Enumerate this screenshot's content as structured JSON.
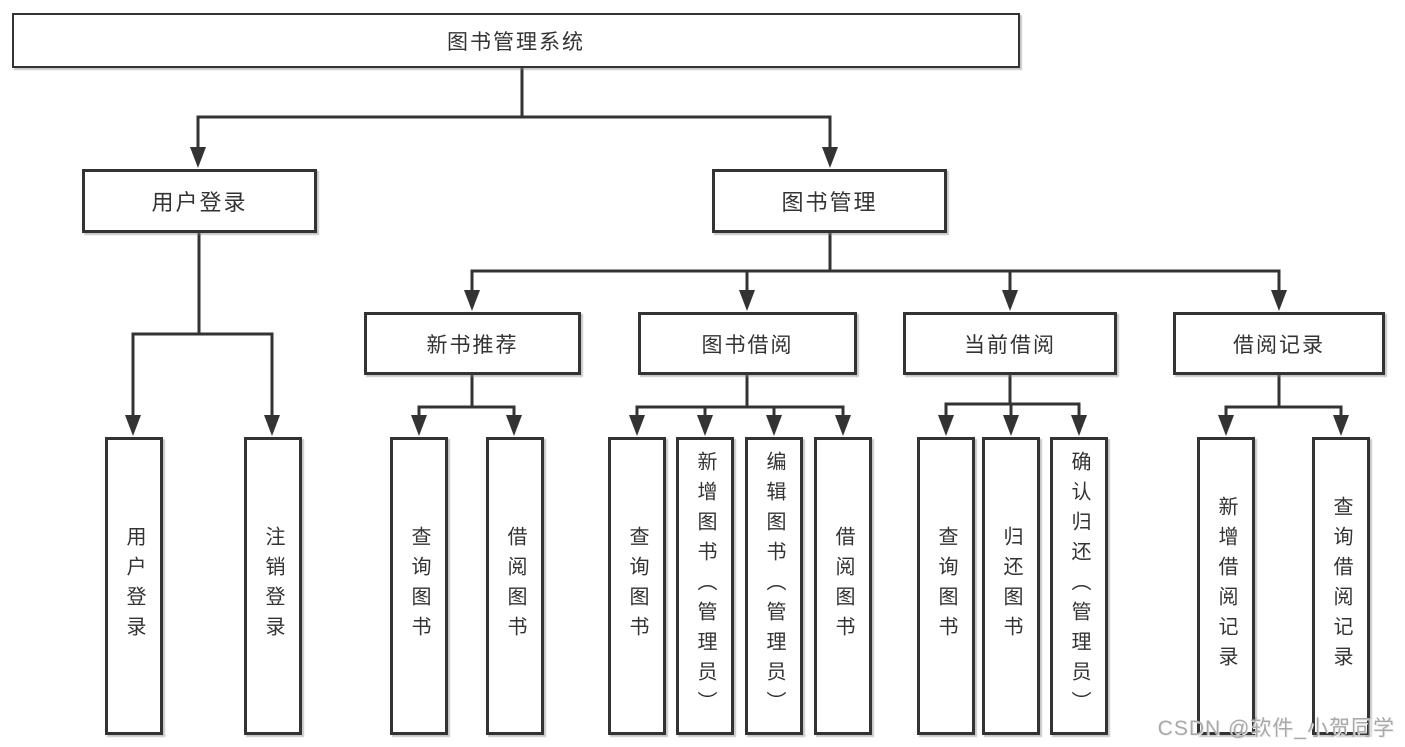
{
  "diagram": {
    "root": {
      "label": "图书管理系统"
    },
    "level2": [
      {
        "label": "用户登录"
      },
      {
        "label": "图书管理"
      }
    ],
    "level3": [
      {
        "label": "新书推荐"
      },
      {
        "label": "图书借阅"
      },
      {
        "label": "当前借阅"
      },
      {
        "label": "借阅记录"
      }
    ],
    "leaves": [
      {
        "label": "用户登录"
      },
      {
        "label": "注销登录"
      },
      {
        "label": "查询图书"
      },
      {
        "label": "借阅图书"
      },
      {
        "label": "查询图书"
      },
      {
        "label": "新增图书（管理员）"
      },
      {
        "label": "编辑图书（管理员）"
      },
      {
        "label": "借阅图书"
      },
      {
        "label": "查询图书"
      },
      {
        "label": "归还图书"
      },
      {
        "label": "确认归还（管理员）"
      },
      {
        "label": "新增借阅记录"
      },
      {
        "label": "查询借阅记录"
      }
    ]
  },
  "watermark": {
    "text": "CSDN @软件_小贺同学"
  },
  "colors": {
    "line": "#333333",
    "box_border": "#333333",
    "box_fill": "#ffffff",
    "text": "#333333",
    "watermark": "#a9a9a9"
  }
}
